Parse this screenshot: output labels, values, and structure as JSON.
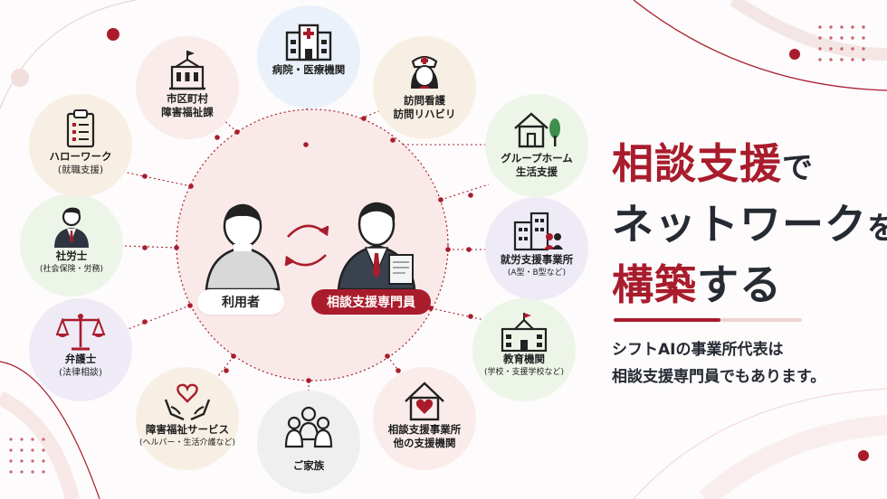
{
  "title": {
    "line1_main": "相談支援",
    "line1_suffix": "で",
    "line2": "ネットワーク",
    "line2_suffix": "を",
    "line3_main": "構築",
    "line3_suffix": "する"
  },
  "subtitle": {
    "line1": "シフトAIの事業所代表は",
    "line2": "相談支援専門員でもあります。"
  },
  "center": {
    "user_label": "利用者",
    "specialist_label": "相談支援専門員"
  },
  "nodes": [
    {
      "id": "hospital",
      "l1": "病院・医療機関",
      "l2": "",
      "icon": "hospital-icon"
    },
    {
      "id": "nursing",
      "l1": "訪問看護",
      "l2": "訪問リハビリ",
      "icon": "nurse-icon"
    },
    {
      "id": "grouphome",
      "l1": "グループホーム",
      "l2": "生活支援",
      "icon": "house-tree-icon"
    },
    {
      "id": "employment",
      "l1": "就労支援事業所",
      "l2": "(A型・B型など)",
      "icon": "office-people-icon"
    },
    {
      "id": "education",
      "l1": "教育機関",
      "l2": "(学校・支援学校など)",
      "icon": "school-icon"
    },
    {
      "id": "consult_office",
      "l1": "相談支援事業所",
      "l2": "他の支援機関",
      "icon": "home-heart-icon"
    },
    {
      "id": "family",
      "l1": "ご家族",
      "l2": "",
      "icon": "family-icon"
    },
    {
      "id": "welfare_service",
      "l1": "障害福祉サービス",
      "l2": "(ヘルパー・生活介護など)",
      "icon": "hands-heart-icon"
    },
    {
      "id": "lawyer",
      "l1": "弁護士",
      "l2": "(法律相談)",
      "icon": "scales-icon"
    },
    {
      "id": "labor",
      "l1": "社労士",
      "l2": "(社会保険・労務)",
      "icon": "businessman-icon"
    },
    {
      "id": "hellowork",
      "l1": "ハローワーク",
      "l2": "(就職支援)",
      "icon": "clipboard-icon"
    },
    {
      "id": "city",
      "l1": "市区町村",
      "l2": "障害福祉課",
      "icon": "city-hall-icon"
    }
  ],
  "colors": {
    "accent": "#a91c2c",
    "dark": "#262a33"
  }
}
